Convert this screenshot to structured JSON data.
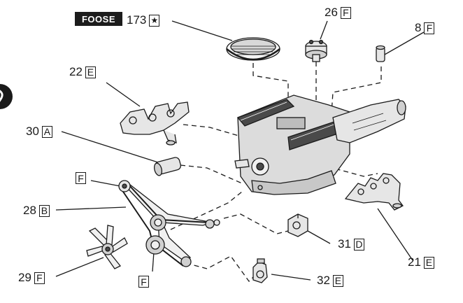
{
  "brand_badge": "FOOSE",
  "callouts": [
    {
      "number": "173",
      "code": "★",
      "part": "air-cleaner"
    },
    {
      "number": "26",
      "code": "F",
      "part": "distributor"
    },
    {
      "number": "8",
      "code": "F",
      "part": "oil-filter"
    },
    {
      "number": "22",
      "code": "E",
      "part": "exhaust-header-left"
    },
    {
      "number": "30",
      "code": "A",
      "part": "starter-motor"
    },
    {
      "number": "28",
      "code": "B",
      "part": "pulley-belt-assembly"
    },
    {
      "number": "29",
      "code": "F",
      "part": "fan-blade"
    },
    {
      "number": "31",
      "code": "D",
      "part": "water-pump-bracket"
    },
    {
      "number": "21",
      "code": "E",
      "part": "exhaust-manifold-right"
    },
    {
      "number": "32",
      "code": "E",
      "part": "bracket-fitting"
    }
  ],
  "pulley_label_top": "F",
  "pulley_label_bottom": "F",
  "colors": {
    "line": "#1a1a1a",
    "badge_bg": "#1c1c1c",
    "badge_text": "#ffffff",
    "part_fill": "#e6e6e6",
    "part_dark": "#4a4a4a"
  }
}
